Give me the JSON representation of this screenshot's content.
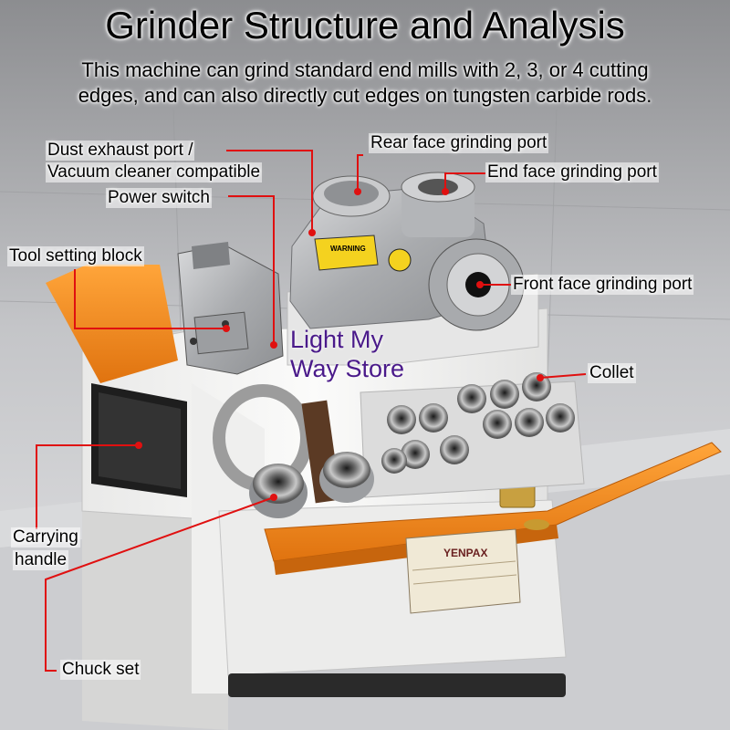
{
  "title": "Grinder Structure and Analysis",
  "subtitle_line1": "This machine can grind standard end mills with 2, 3, or 4 cutting",
  "subtitle_line2": "edges, and can also directly cut edges on tungsten carbide rods.",
  "labels": {
    "dust_port_1": "Dust exhaust port /",
    "dust_port_2": "Vacuum cleaner compatible",
    "power_switch": "Power switch",
    "tool_setting_block": "Tool setting block",
    "rear_face": "Rear face grinding port",
    "end_face": "End face grinding port",
    "front_face": "Front face grinding port",
    "collet": "Collet",
    "carrying_handle_1": "Carrying",
    "carrying_handle_2": "handle",
    "chuck_set": "Chuck set"
  },
  "watermark_line1": "Light My",
  "watermark_line2": "Way Store",
  "plate_text": "YENPAX",
  "warning_text": "WARNING",
  "colors": {
    "accent": "#f08a1c",
    "leader": "#e01010",
    "body": "#f4f4f2",
    "watermark": "#4a1a8a"
  }
}
